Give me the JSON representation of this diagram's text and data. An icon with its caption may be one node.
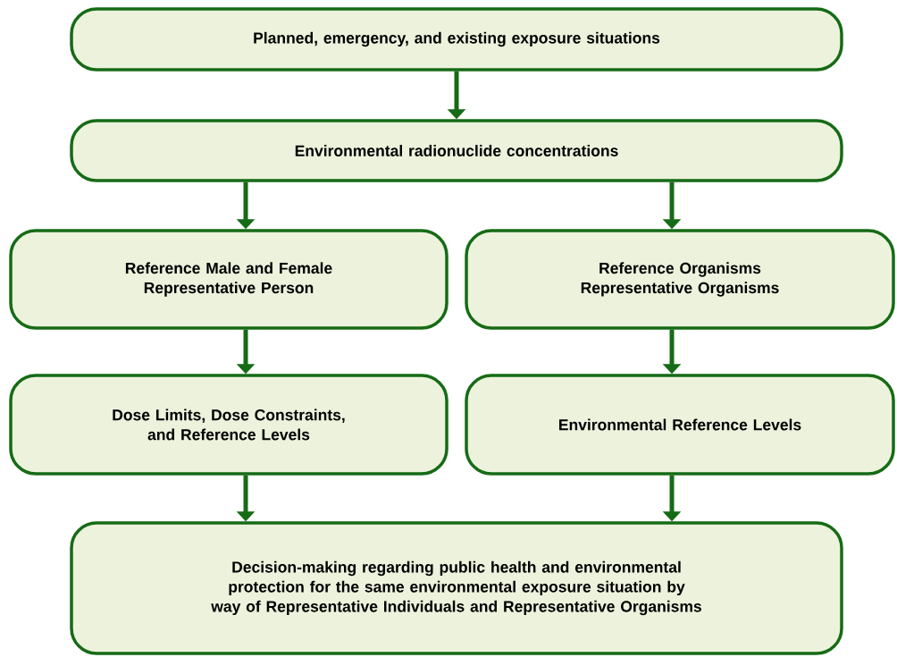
{
  "diagram": {
    "nodes": [
      {
        "text": [
          "Planned, emergency, and existing exposure situations"
        ]
      },
      {
        "text": [
          "Environmental radionuclide concentrations"
        ]
      },
      {
        "text": [
          "Reference Male and Female Representative Person"
        ]
      },
      {
        "text": [
          "Reference Organisms Representative Organisms"
        ]
      },
      {
        "text": [
          "Dose Limits, Dose Constraints, and Reference Levels"
        ]
      },
      {
        "text": [
          "Environmental Reference Levels"
        ]
      },
      {
        "text": [
          "Decision-making regarding public health and environmental protection for the same environmental exposure situation by way of Representative Individuals and Representative Organisms"
        ]
      }
    ],
    "edges": [
      {
        "from": 0,
        "to": 1,
        "arrow": "to"
      },
      {
        "from": 1,
        "to": 2,
        "arrow": "to"
      },
      {
        "from": 1,
        "to": 3,
        "arrow": "to"
      },
      {
        "from": 2,
        "to": 4,
        "arrow": "to"
      },
      {
        "from": 3,
        "to": 5,
        "arrow": "to"
      },
      {
        "from": 4,
        "to": 6,
        "arrow": "to"
      },
      {
        "from": 5,
        "to": 6,
        "arrow": "to"
      }
    ]
  }
}
